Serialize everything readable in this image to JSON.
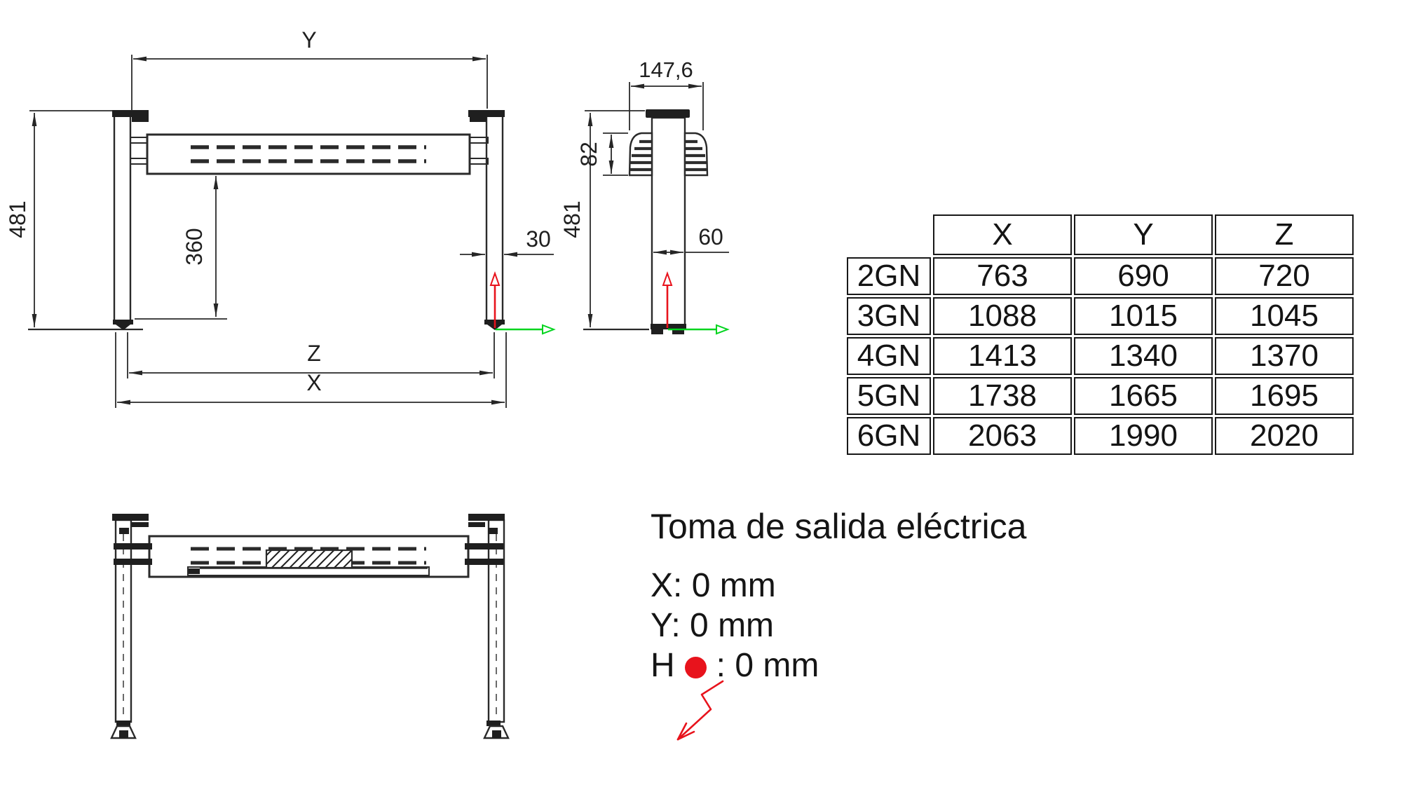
{
  "drawing": {
    "front": {
      "dim_span_label": "Y",
      "dim_height_label": "481",
      "dim_element_height_label": "360",
      "dim_leg_width_label": "30",
      "dim_span_inner_label": "Z",
      "dim_span_outer_label": "X"
    },
    "side": {
      "dim_width_label": "147,6",
      "dim_vent_height_label": "82",
      "dim_height_label": "481",
      "dim_leg_depth_label": "60"
    }
  },
  "table": {
    "headers": [
      "X",
      "Y",
      "Z"
    ],
    "rows": [
      {
        "label": "2GN",
        "x": "763",
        "y": "690",
        "z": "720"
      },
      {
        "label": "3GN",
        "x": "1088",
        "y": "1015",
        "z": "1045"
      },
      {
        "label": "4GN",
        "x": "1413",
        "y": "1340",
        "z": "1370"
      },
      {
        "label": "5GN",
        "x": "1738",
        "y": "1665",
        "z": "1695"
      },
      {
        "label": "6GN",
        "x": "2063",
        "y": "1990",
        "z": "2020"
      }
    ]
  },
  "outlet": {
    "title": "Toma de salida eléctrica",
    "x_line": "X: 0 mm",
    "y_line": "Y: 0 mm",
    "h_prefix": "H",
    "h_suffix": ": 0 mm"
  },
  "colors": {
    "line": "#262626",
    "red": "#e8131c",
    "green": "#00d41e"
  }
}
